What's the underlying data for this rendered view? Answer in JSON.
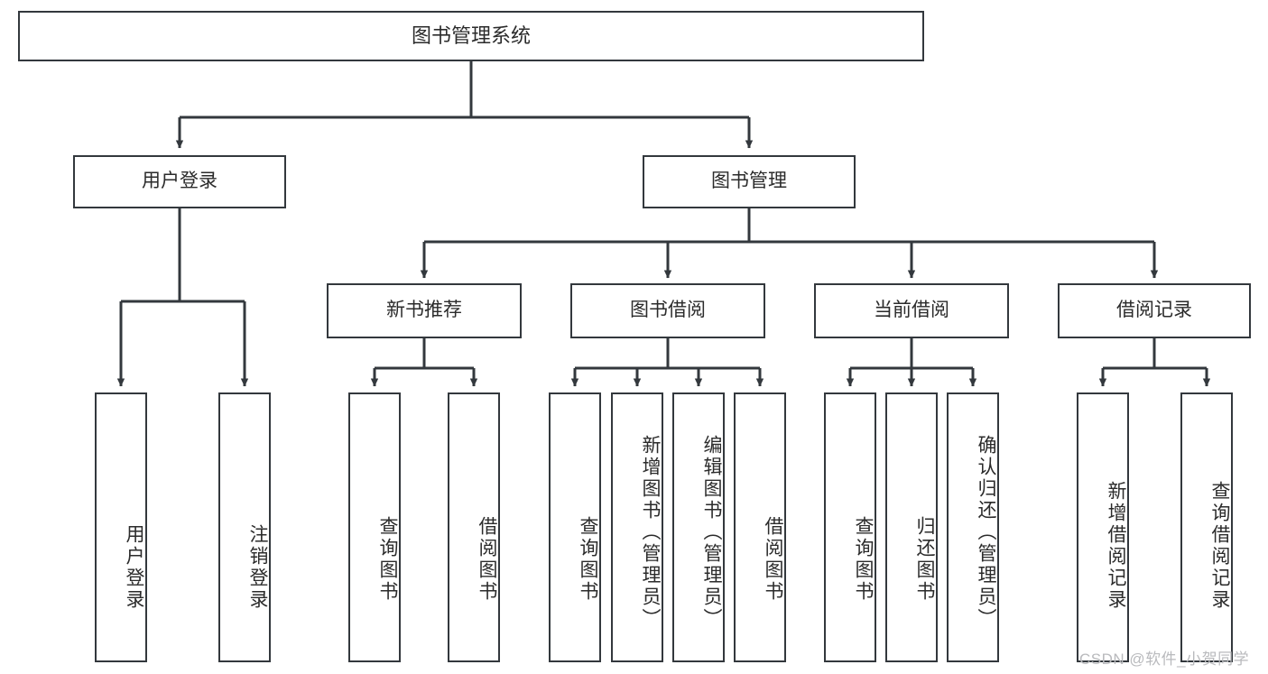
{
  "diagram": {
    "type": "tree-hierarchy",
    "title": "图书管理系统",
    "root": {
      "label": "图书管理系统"
    },
    "level1": [
      {
        "id": "user-login",
        "label": "用户登录"
      },
      {
        "id": "book-management",
        "label": "图书管理"
      }
    ],
    "level2": [
      {
        "id": "new-book-recommend",
        "label": "新书推荐",
        "parent": "book-management"
      },
      {
        "id": "book-borrow",
        "label": "图书借阅",
        "parent": "book-management"
      },
      {
        "id": "current-borrow",
        "label": "当前借阅",
        "parent": "book-management"
      },
      {
        "id": "borrow-record",
        "label": "借阅记录",
        "parent": "book-management"
      }
    ],
    "leaves": {
      "user_login": [
        {
          "id": "leaf-user-login",
          "label": "用户登录"
        },
        {
          "id": "leaf-logout-login",
          "label": "注销登录"
        }
      ],
      "new_book_recommend": [
        {
          "id": "leaf-query-book-1",
          "label": "查询图书"
        },
        {
          "id": "leaf-borrow-book-1",
          "label": "借阅图书"
        }
      ],
      "book_borrow": [
        {
          "id": "leaf-query-book-2",
          "label": "查询图书"
        },
        {
          "id": "leaf-add-book",
          "label": "新增图书（管理员）"
        },
        {
          "id": "leaf-edit-book",
          "label": "编辑图书（管理员）"
        },
        {
          "id": "leaf-borrow-book-2",
          "label": "借阅图书"
        }
      ],
      "current_borrow": [
        {
          "id": "leaf-query-book-3",
          "label": "查询图书"
        },
        {
          "id": "leaf-return-book",
          "label": "归还图书"
        },
        {
          "id": "leaf-confirm-return",
          "label": "确认归还（管理员）"
        }
      ],
      "borrow_record": [
        {
          "id": "leaf-add-record",
          "label": "新增借阅记录"
        },
        {
          "id": "leaf-query-record",
          "label": "查询借阅记录"
        }
      ]
    }
  },
  "watermark": {
    "text": "CSDN @软件_小贺同学"
  },
  "colors": {
    "stroke": "#33383d",
    "box_fill": "#ffffff",
    "text": "#2b2b2b",
    "watermark": "#b9babd",
    "background": "#ffffff"
  }
}
